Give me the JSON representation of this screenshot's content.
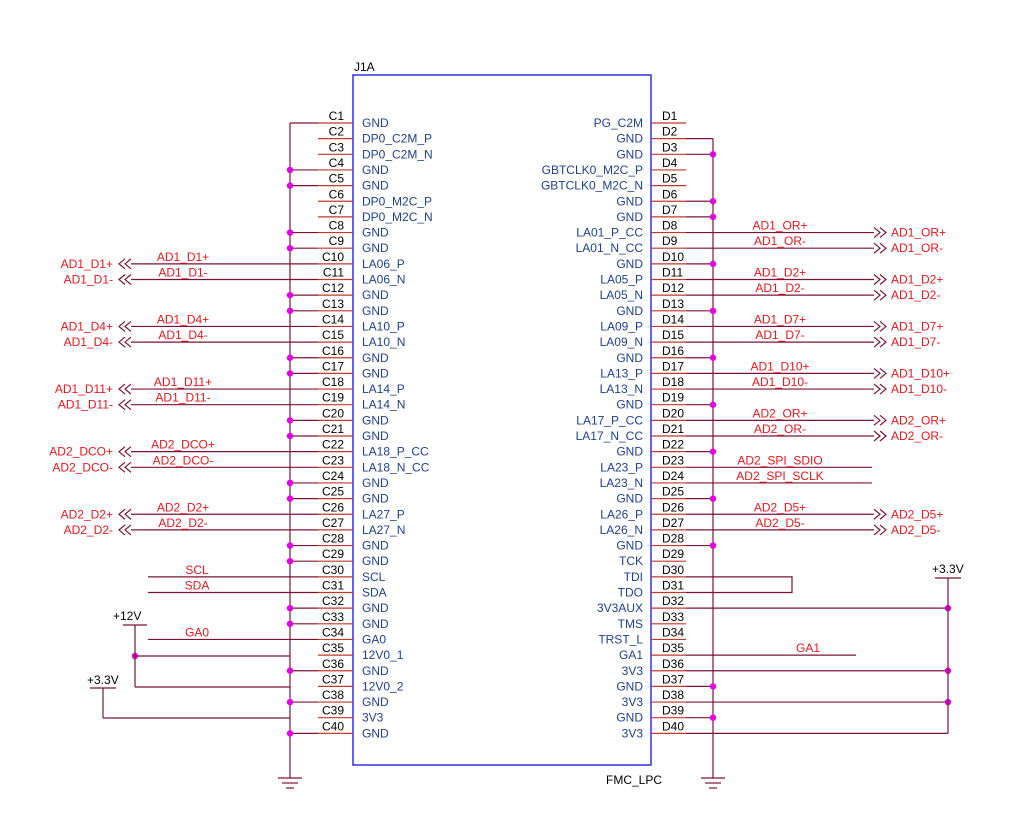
{
  "component": {
    "ref": "J1A",
    "footprint": "FMC_LPC"
  },
  "left_pins": [
    {
      "num": "C1",
      "name": "GND"
    },
    {
      "num": "C2",
      "name": "DP0_C2M_P"
    },
    {
      "num": "C3",
      "name": "DP0_C2M_N"
    },
    {
      "num": "C4",
      "name": "GND"
    },
    {
      "num": "C5",
      "name": "GND"
    },
    {
      "num": "C6",
      "name": "DP0_M2C_P"
    },
    {
      "num": "C7",
      "name": "DP0_M2C_N"
    },
    {
      "num": "C8",
      "name": "GND"
    },
    {
      "num": "C9",
      "name": "GND"
    },
    {
      "num": "C10",
      "name": "LA06_P"
    },
    {
      "num": "C11",
      "name": "LA06_N"
    },
    {
      "num": "C12",
      "name": "GND"
    },
    {
      "num": "C13",
      "name": "GND"
    },
    {
      "num": "C14",
      "name": "LA10_P"
    },
    {
      "num": "C15",
      "name": "LA10_N"
    },
    {
      "num": "C16",
      "name": "GND"
    },
    {
      "num": "C17",
      "name": "GND"
    },
    {
      "num": "C18",
      "name": "LA14_P"
    },
    {
      "num": "C19",
      "name": "LA14_N"
    },
    {
      "num": "C20",
      "name": "GND"
    },
    {
      "num": "C21",
      "name": "GND"
    },
    {
      "num": "C22",
      "name": "LA18_P_CC"
    },
    {
      "num": "C23",
      "name": "LA18_N_CC"
    },
    {
      "num": "C24",
      "name": "GND"
    },
    {
      "num": "C25",
      "name": "GND"
    },
    {
      "num": "C26",
      "name": "LA27_P"
    },
    {
      "num": "C27",
      "name": "LA27_N"
    },
    {
      "num": "C28",
      "name": "GND"
    },
    {
      "num": "C29",
      "name": "GND"
    },
    {
      "num": "C30",
      "name": "SCL"
    },
    {
      "num": "C31",
      "name": "SDA"
    },
    {
      "num": "C32",
      "name": "GND"
    },
    {
      "num": "C33",
      "name": "GND"
    },
    {
      "num": "C34",
      "name": "GA0"
    },
    {
      "num": "C35",
      "name": "12V0_1"
    },
    {
      "num": "C36",
      "name": "GND"
    },
    {
      "num": "C37",
      "name": "12V0_2"
    },
    {
      "num": "C38",
      "name": "GND"
    },
    {
      "num": "C39",
      "name": "3V3"
    },
    {
      "num": "C40",
      "name": "GND"
    }
  ],
  "right_pins": [
    {
      "num": "D1",
      "name": "PG_C2M"
    },
    {
      "num": "D2",
      "name": "GND"
    },
    {
      "num": "D3",
      "name": "GND"
    },
    {
      "num": "D4",
      "name": "GBTCLK0_M2C_P"
    },
    {
      "num": "D5",
      "name": "GBTCLK0_M2C_N"
    },
    {
      "num": "D6",
      "name": "GND"
    },
    {
      "num": "D7",
      "name": "GND"
    },
    {
      "num": "D8",
      "name": "LA01_P_CC"
    },
    {
      "num": "D9",
      "name": "LA01_N_CC"
    },
    {
      "num": "D10",
      "name": "GND"
    },
    {
      "num": "D11",
      "name": "LA05_P"
    },
    {
      "num": "D12",
      "name": "LA05_N"
    },
    {
      "num": "D13",
      "name": "GND"
    },
    {
      "num": "D14",
      "name": "LA09_P"
    },
    {
      "num": "D15",
      "name": "LA09_N"
    },
    {
      "num": "D16",
      "name": "GND"
    },
    {
      "num": "D17",
      "name": "LA13_P"
    },
    {
      "num": "D18",
      "name": "LA13_N"
    },
    {
      "num": "D19",
      "name": "GND"
    },
    {
      "num": "D20",
      "name": "LA17_P_CC"
    },
    {
      "num": "D21",
      "name": "LA17_N_CC"
    },
    {
      "num": "D22",
      "name": "GND"
    },
    {
      "num": "D23",
      "name": "LA23_P"
    },
    {
      "num": "D24",
      "name": "LA23_N"
    },
    {
      "num": "D25",
      "name": "GND"
    },
    {
      "num": "D26",
      "name": "LA26_P"
    },
    {
      "num": "D27",
      "name": "LA26_N"
    },
    {
      "num": "D28",
      "name": "GND"
    },
    {
      "num": "D29",
      "name": "TCK"
    },
    {
      "num": "D30",
      "name": "TDI"
    },
    {
      "num": "D31",
      "name": "TDO"
    },
    {
      "num": "D32",
      "name": "3V3AUX"
    },
    {
      "num": "D33",
      "name": "TMS"
    },
    {
      "num": "D34",
      "name": "TRST_L"
    },
    {
      "num": "D35",
      "name": "GA1"
    },
    {
      "num": "D36",
      "name": "3V3"
    },
    {
      "num": "D37",
      "name": "GND"
    },
    {
      "num": "D38",
      "name": "3V3"
    },
    {
      "num": "D39",
      "name": "GND"
    },
    {
      "num": "D40",
      "name": "3V3"
    }
  ],
  "left_gnd_pins": [
    "C1",
    "C4",
    "C5",
    "C8",
    "C9",
    "C12",
    "C13",
    "C16",
    "C17",
    "C20",
    "C21",
    "C24",
    "C25",
    "C28",
    "C29",
    "C32",
    "C33",
    "C36",
    "C38",
    "C40"
  ],
  "right_gnd_pins": [
    "D2",
    "D3",
    "D6",
    "D7",
    "D10",
    "D13",
    "D16",
    "D19",
    "D22",
    "D25",
    "D28",
    "D37",
    "D39"
  ],
  "left_nets": [
    {
      "pin": "C10",
      "label": "AD1_D1+",
      "port": "AD1_D1+"
    },
    {
      "pin": "C11",
      "label": "AD1_D1-",
      "port": "AD1_D1-"
    },
    {
      "pin": "C14",
      "label": "AD1_D4+",
      "port": "AD1_D4+"
    },
    {
      "pin": "C15",
      "label": "AD1_D4-",
      "port": "AD1_D4-"
    },
    {
      "pin": "C18",
      "label": "AD1_D11+",
      "port": "AD1_D11+"
    },
    {
      "pin": "C19",
      "label": "AD1_D11-",
      "port": "AD1_D11-"
    },
    {
      "pin": "C22",
      "label": "AD2_DCO+",
      "port": "AD2_DCO+"
    },
    {
      "pin": "C23",
      "label": "AD2_DCO-",
      "port": "AD2_DCO-"
    },
    {
      "pin": "C26",
      "label": "AD2_D2+",
      "port": "AD2_D2+"
    },
    {
      "pin": "C27",
      "label": "AD2_D2-",
      "port": "AD2_D2-"
    },
    {
      "pin": "C30",
      "label": "SCL",
      "port": ""
    },
    {
      "pin": "C31",
      "label": "SDA",
      "port": ""
    },
    {
      "pin": "C34",
      "label": "GA0",
      "port": ""
    }
  ],
  "right_nets": [
    {
      "pin": "D8",
      "label": "AD1_OR+",
      "port": "AD1_OR+"
    },
    {
      "pin": "D9",
      "label": "AD1_OR-",
      "port": "AD1_OR-"
    },
    {
      "pin": "D11",
      "label": "AD1_D2+",
      "port": "AD1_D2+"
    },
    {
      "pin": "D12",
      "label": "AD1_D2-",
      "port": "AD1_D2-"
    },
    {
      "pin": "D14",
      "label": "AD1_D7+",
      "port": "AD1_D7+"
    },
    {
      "pin": "D15",
      "label": "AD1_D7-",
      "port": "AD1_D7-"
    },
    {
      "pin": "D17",
      "label": "AD1_D10+",
      "port": "AD1_D10+"
    },
    {
      "pin": "D18",
      "label": "AD1_D10-",
      "port": "AD1_D10-"
    },
    {
      "pin": "D20",
      "label": "AD2_OR+",
      "port": "AD2_OR+"
    },
    {
      "pin": "D21",
      "label": "AD2_OR-",
      "port": "AD2_OR-"
    },
    {
      "pin": "D23",
      "label": "AD2_SPI_SDIO",
      "port": ""
    },
    {
      "pin": "D24",
      "label": "AD2_SPI_SCLK",
      "port": ""
    },
    {
      "pin": "D26",
      "label": "AD2_D5+",
      "port": "AD2_D5+"
    },
    {
      "pin": "D27",
      "label": "AD2_D5-",
      "port": "AD2_D5-"
    },
    {
      "pin": "D35",
      "label": "GA1",
      "port": ""
    }
  ],
  "power": {
    "v12": "+12V",
    "v33_left": "+3.3V",
    "v33_right": "+3.3V"
  },
  "colors": {
    "pin_text": "#000000",
    "pin_name": "#1f3f8f",
    "net_label": "#e8161b",
    "wire": "#7a1436",
    "box": "#2222dd",
    "junction": "#e400e4"
  }
}
